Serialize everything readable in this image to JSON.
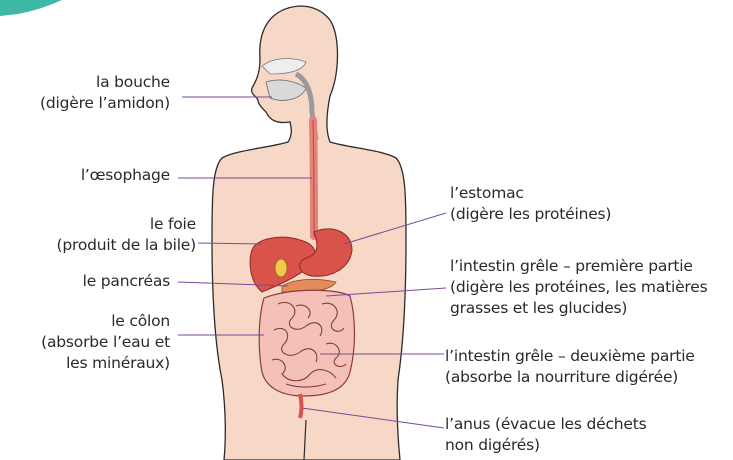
{
  "labels": {
    "mouth": [
      "la bouche",
      "(digère l’amidon)"
    ],
    "esophagus": [
      "l’œsophage"
    ],
    "liver": [
      "le foie",
      "(produit de la bile)"
    ],
    "pancreas": [
      "le pancréas"
    ],
    "colon": [
      "le côlon",
      "(absorbe l’eau et",
      "les minéraux)"
    ],
    "stomach": [
      "l’estomac",
      "(digère les protéines)"
    ],
    "small_intestine_1": [
      "l’intestin grêle – première partie",
      "(digère les protéines, les matières",
      "grasses et les glucides)"
    ],
    "small_intestine_2": [
      "l’intestin grêle – deuxième partie",
      "(absorbe la nourriture digérée)"
    ],
    "anus": [
      "l’anus (évacue les déchets",
      "non digérés)"
    ]
  },
  "colors": {
    "skin": "#f7d7c6",
    "skin_outline": "#2b2b2b",
    "organ_red": "#d9534a",
    "organ_dark": "#a8322e",
    "intestine": "#f2b0ad",
    "intestine_line": "#8a3b3b",
    "pointer": "#7a4a9a",
    "accent_tab": "#3fb8a8"
  }
}
